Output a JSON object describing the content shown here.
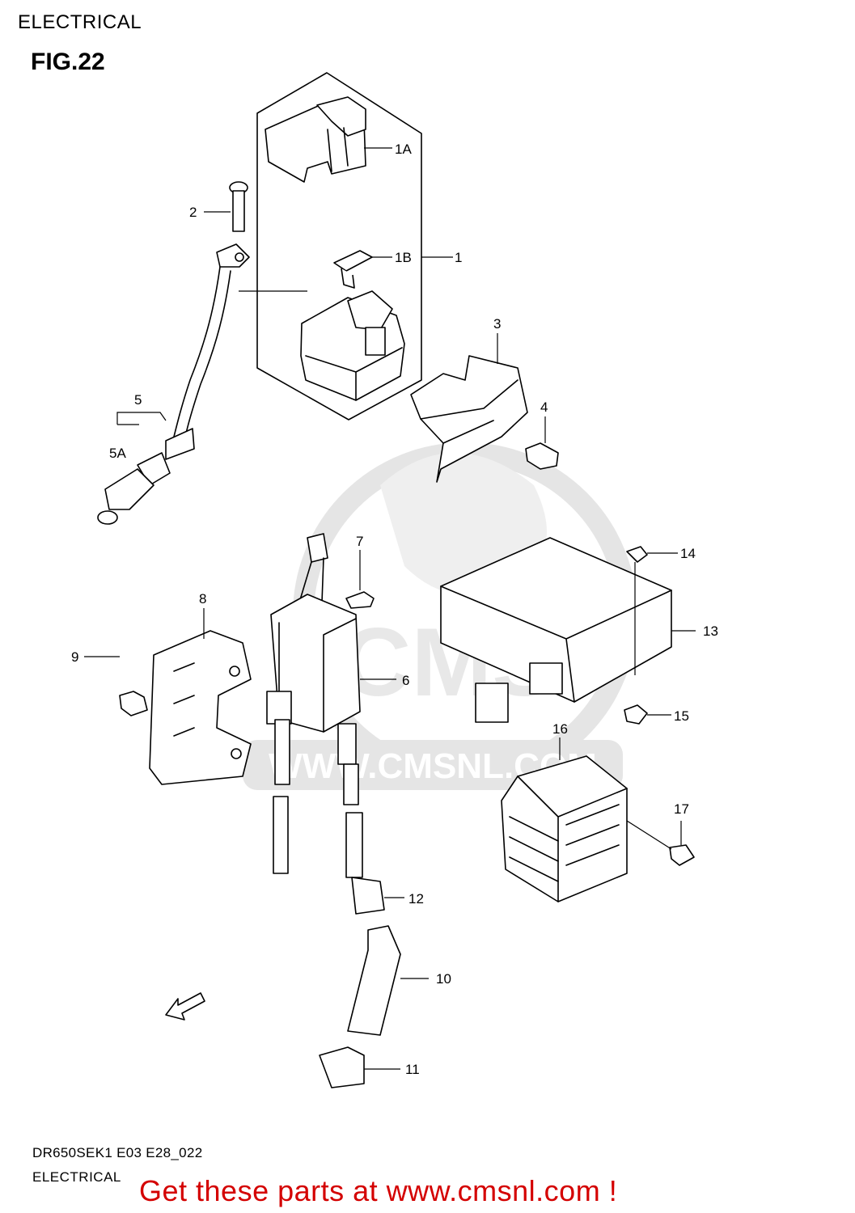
{
  "header": {
    "section_title": "ELECTRICAL",
    "figure_label": "FIG.22"
  },
  "watermark": {
    "brand": "CMS",
    "url": "WWW.CMSNL.COM"
  },
  "parts": [
    {
      "label": "1A"
    },
    {
      "label": "2"
    },
    {
      "label": "1B"
    },
    {
      "label": "1"
    },
    {
      "label": "3"
    },
    {
      "label": "5"
    },
    {
      "label": "4"
    },
    {
      "label": "5A"
    },
    {
      "label": "7"
    },
    {
      "label": "14"
    },
    {
      "label": "8"
    },
    {
      "label": "13"
    },
    {
      "label": "9"
    },
    {
      "label": "6"
    },
    {
      "label": "15"
    },
    {
      "label": "16"
    },
    {
      "label": "17"
    },
    {
      "label": "12"
    },
    {
      "label": "10"
    },
    {
      "label": "11"
    }
  ],
  "footer": {
    "diagram_code": "DR650SEK1 E03 E28_022",
    "section": "ELECTRICAL",
    "call_to_action": "Get these parts at www.cmsnl.com !"
  },
  "colors": {
    "cta": "#d40000",
    "watermark": "#d0d0d0",
    "lines": "#000000"
  }
}
